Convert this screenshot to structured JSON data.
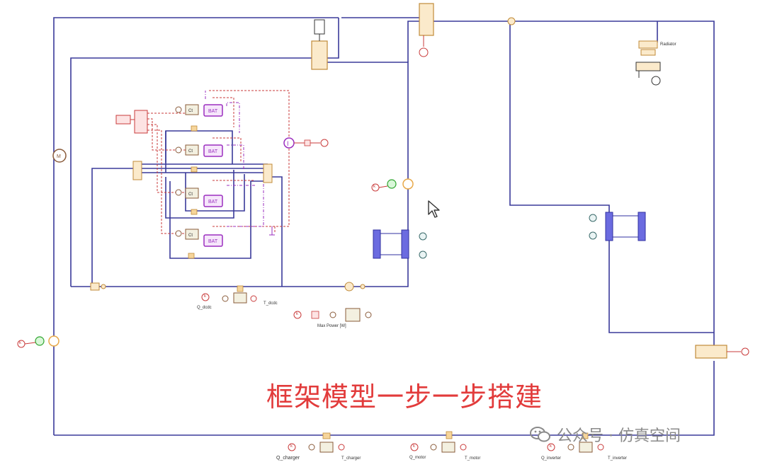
{
  "overlay": {
    "title": "框架模型一步一步搭建"
  },
  "watermark": {
    "icon": "wechat-icon",
    "text": "公众号 · 仿真空间"
  },
  "labels": {
    "radiator": "Radiator",
    "q_dcdc": "Q_dcdc",
    "t_dcdc": "T_dcdc",
    "max_power": "Max Power [W]",
    "q_charger": "Q_charger",
    "t_charger": "T_charger",
    "q_motor": "Q_motor",
    "t_motor": "T_motor",
    "q_inverter": "Q_inverter",
    "t_inverter": "T_inverter",
    "bat": "BAT",
    "ct": "Ct",
    "k": "k",
    "m": "M"
  },
  "colors": {
    "pipe": "#3a3a9a",
    "component": "#e8a94a",
    "battery": "#9b2fbf",
    "signal": "#c93b3b",
    "exchanger": "#4747c9",
    "title": "#e23b3b",
    "watermark": "#8a8a8a"
  }
}
